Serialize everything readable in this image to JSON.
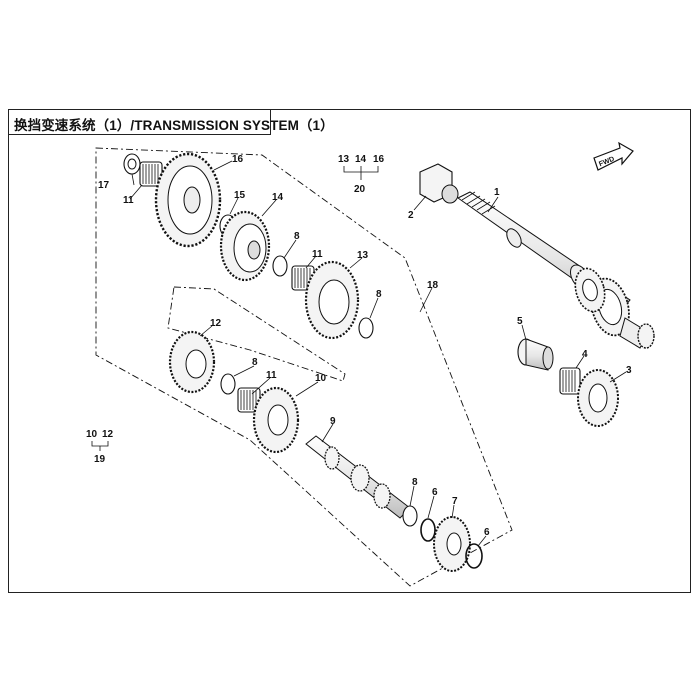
{
  "title": "换挡变速系统（1）/TRANSMISSION SYSTEM（1）",
  "direction_badge": "FWD",
  "callouts": {
    "c1": "1",
    "c2": "2",
    "c3": "3",
    "c4": "4",
    "c5": "5",
    "c6a": "6",
    "c6b": "6",
    "c7": "7",
    "c8a": "8",
    "c8b": "8",
    "c8c": "8",
    "c8d": "8",
    "c9": "9",
    "c10": "10",
    "c11a": "11",
    "c11b": "11",
    "c11c": "11",
    "c12": "12",
    "c13": "13",
    "c14": "14",
    "c15": "15",
    "c16": "16",
    "c17": "17",
    "c18": "18"
  },
  "assemblies": {
    "a20": {
      "parts": [
        "13",
        "14",
        "16"
      ],
      "total": "20"
    },
    "a19": {
      "parts": [
        "10",
        "12"
      ],
      "total": "19"
    }
  },
  "colors": {
    "line": "#111111",
    "gear_fill": "#f4f4f4",
    "shade": "#cfcfcf"
  }
}
